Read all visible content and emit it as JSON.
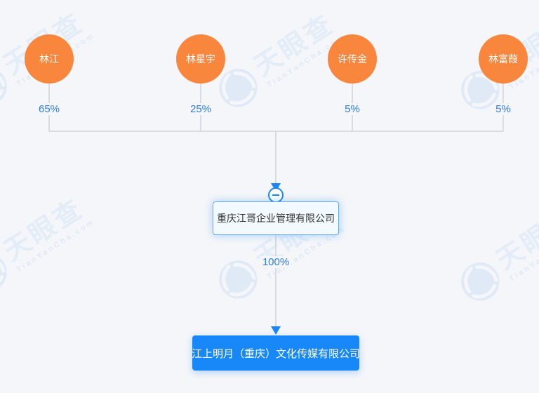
{
  "watermark": {
    "brand": "天眼查",
    "domain": "TianYanCha.com"
  },
  "shareholders": [
    {
      "name": "林江",
      "percentage": "65%"
    },
    {
      "name": "林星宇",
      "percentage": "25%"
    },
    {
      "name": "许传金",
      "percentage": "5%"
    },
    {
      "name": "林富葭",
      "percentage": "5%"
    }
  ],
  "intermediate_company": {
    "name": "重庆江哥企业管理有限公司",
    "ownership": "100%"
  },
  "target_company": {
    "name": "江上明月（重庆）文化传媒有限公司"
  },
  "icons": {
    "collapse": "minus-circle",
    "flow_arrow": "arrow-down",
    "watermark_logo": "tianyancha-swirl"
  },
  "colors": {
    "background": "#F4F6F9",
    "shareholder_orange": "#F8873D",
    "accent_blue": "#1888F8",
    "percent_blue": "#2F7CEF",
    "line_gray": "#D8DBE0"
  }
}
